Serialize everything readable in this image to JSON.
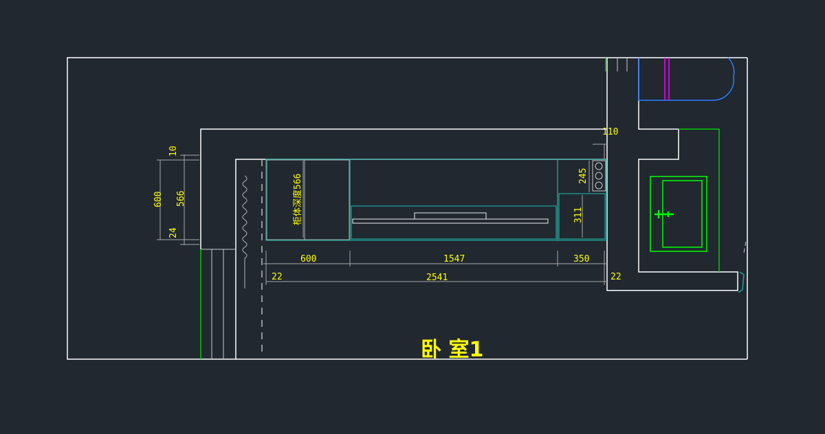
{
  "drawing": {
    "room_label": "卧 室1",
    "cabinet_depth_note": "柜体深度566",
    "dims": {
      "d10": "10",
      "d600v": "600",
      "d566": "566",
      "d24": "24",
      "d110": "110",
      "d245": "245",
      "d311": "311",
      "d600": "600",
      "d1547": "1547",
      "d350": "350",
      "d22a": "22",
      "d2541": "2541",
      "d22b": "22"
    },
    "colors": {
      "background": "#212830",
      "wall": "#ffffff",
      "dimension": "#ffff00",
      "fixture": "#00ff00",
      "cabinet": "#1fa59a",
      "wardrobe": "#2a7fff",
      "accent": "#ff00ff"
    }
  }
}
